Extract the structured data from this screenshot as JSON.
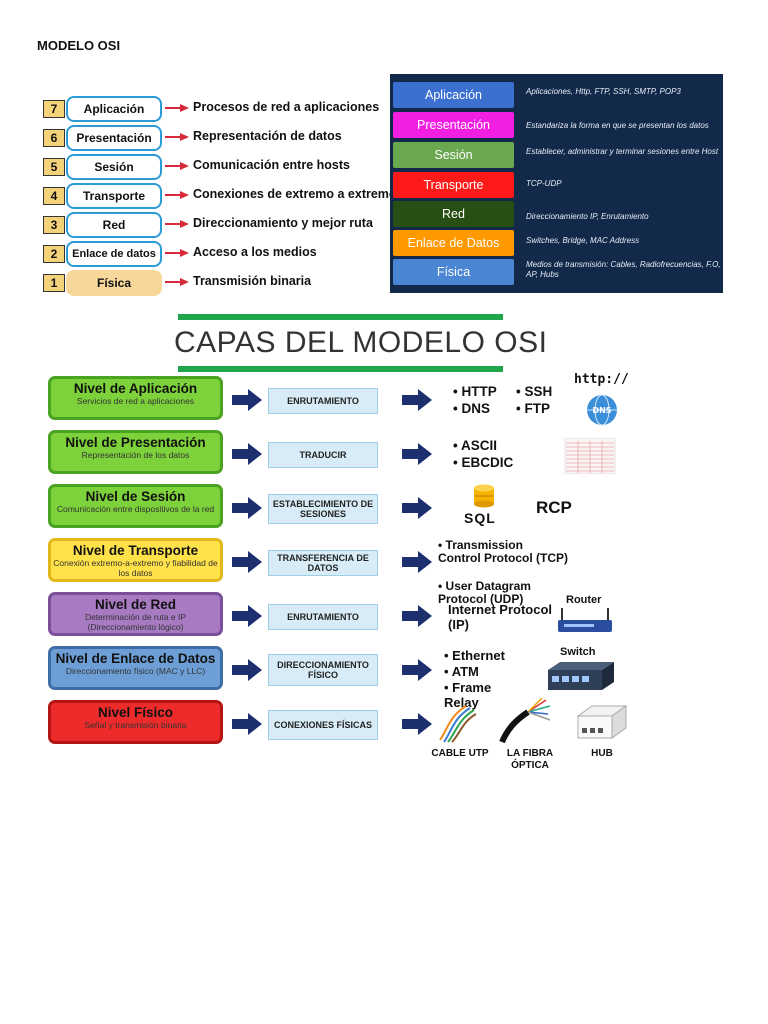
{
  "page_title": "MODELO OSI",
  "fig1": {
    "rows": [
      {
        "num": "7",
        "layer": "Aplicación",
        "desc": "Procesos de red a aplicaciones"
      },
      {
        "num": "6",
        "layer": "Presentación",
        "desc": "Representación de datos"
      },
      {
        "num": "5",
        "layer": "Sesión",
        "desc": "Comunicación entre hosts"
      },
      {
        "num": "4",
        "layer": "Transporte",
        "desc": "Conexiones de extremo a extremo"
      },
      {
        "num": "3",
        "layer": "Red",
        "desc": "Direccionamiento y mejor ruta"
      },
      {
        "num": "2",
        "layer": "Enlace de datos",
        "desc": "Acceso a los medios"
      },
      {
        "num": "1",
        "layer": "Física",
        "desc": "Transmisión binaria"
      }
    ]
  },
  "fig2": {
    "rows": [
      {
        "layer": "Aplicación",
        "color": "#3b6fd0",
        "desc": "Aplicaciones, Http, FTP, SSH, SMTP, POP3"
      },
      {
        "layer": "Presentación",
        "color": "#f21fe3",
        "desc": "Estandariza la forma en que se presentan los datos"
      },
      {
        "layer": "Sesión",
        "color": "#6aa84f",
        "desc": "Establecer, administrar y terminar sesiones entre Host"
      },
      {
        "layer": "Transporte",
        "color": "#ff1a1a",
        "desc": "TCP-UDP"
      },
      {
        "layer": "Red",
        "color": "#274e13",
        "desc": "Direccionamiento IP, Enrutamiento"
      },
      {
        "layer": "Enlace de Datos",
        "color": "#ff9900",
        "desc": "Switches, Bridge, MAC Address"
      },
      {
        "layer": "Física",
        "color": "#4a86d4",
        "desc": "Medios de transmisión: Cables, Radiofrecuencias, F.O, AP, Hubs"
      }
    ]
  },
  "fig3": {
    "title": "CAPAS DEL MODELO OSI",
    "levels": [
      {
        "title": "Nivel de Aplicación",
        "sub": "Servicios de red a aplicaciones",
        "fill": "#7dd13a",
        "border": "#4aa321",
        "action": "ENRUTAMIENTO"
      },
      {
        "title": "Nivel de Presentación",
        "sub": "Representación de los datos",
        "fill": "#7dd13a",
        "border": "#4aa321",
        "action": "TRADUCIR"
      },
      {
        "title": "Nivel de Sesión",
        "sub": "Comunicación entre dispositivos de la red",
        "fill": "#7dd13a",
        "border": "#4aa321",
        "action": "ESTABLECIMIENTO DE SESIONES"
      },
      {
        "title": "Nivel de Transporte",
        "sub": "Conexión extremo-a-extremo y fiabilidad de los datos",
        "fill": "#ffe14a",
        "border": "#e3b81c",
        "action": "TRANSFERENCIA DE DATOS"
      },
      {
        "title": "Nivel de Red",
        "sub": "Determinación de ruta e IP (Direccionamiento lógico)",
        "fill": "#a77ac2",
        "border": "#7a4f98",
        "action": "ENRUTAMIENTO"
      },
      {
        "title": "Nivel de Enlace de Datos",
        "sub": "Direccionamiento físico (MAC y LLC)",
        "fill": "#6d9fd6",
        "border": "#3d6ea8",
        "action": "DIRECCIONAMIENTO FÍSICO"
      },
      {
        "title": "Nivel Físico",
        "sub": "Señal y transmisión binaria",
        "fill": "#ee2b2b",
        "border": "#b31414",
        "action": "CONEXIONES FÍSICAS"
      }
    ],
    "protocols": {
      "app": [
        "HTTP",
        "SSH",
        "DNS",
        "FTP"
      ],
      "app_image_text": "http://",
      "dns_badge": "DNS",
      "pres": [
        "ASCII",
        "EBCDIC"
      ],
      "sesion_sql": "SQL",
      "sesion_rcp": "RCP",
      "transporte": [
        "Transmission Control Protocol (TCP)",
        "User Datagram Protocol (UDP)"
      ],
      "red": "Internet Protocol (IP)",
      "router_label": "Router",
      "enlace": [
        "Ethernet",
        "ATM",
        "Frame Relay"
      ],
      "switch_label": "Switch",
      "fisico": {
        "cable": "CABLE UTP",
        "fibra": "LA FIBRA ÓPTICA",
        "hub": "HUB"
      }
    }
  }
}
